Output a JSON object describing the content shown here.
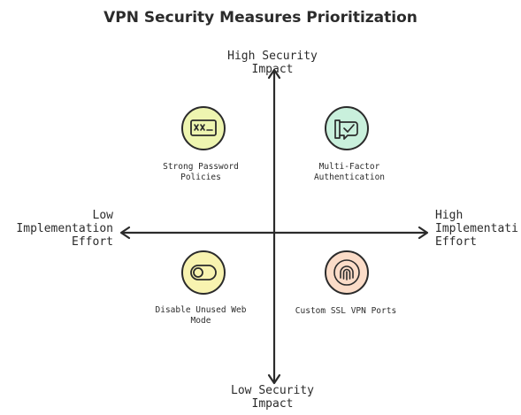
{
  "title": "VPN Security Measures Prioritization",
  "axes": {
    "top": "High Security\nImpact",
    "bottom": "Low Security\nImpact",
    "left": "Low\nImplementation\nEffort",
    "right": "High\nImplementati\nEffort"
  },
  "quadrants": {
    "top_left": {
      "label": "Strong Password\nPolicies",
      "icon": "password-field-icon",
      "color": "#eef5b0"
    },
    "top_right": {
      "label": "Multi-Factor\nAuthentication",
      "icon": "verified-chat-icon",
      "color": "#c9f0dc"
    },
    "bottom_left": {
      "label": "Disable Unused Web\nMode",
      "icon": "toggle-switch-icon",
      "color": "#f8f3b0"
    },
    "bottom_right": {
      "label": "Custom SSL VPN Ports",
      "icon": "fingerprint-lock-icon",
      "color": "#fbdcc8"
    }
  }
}
